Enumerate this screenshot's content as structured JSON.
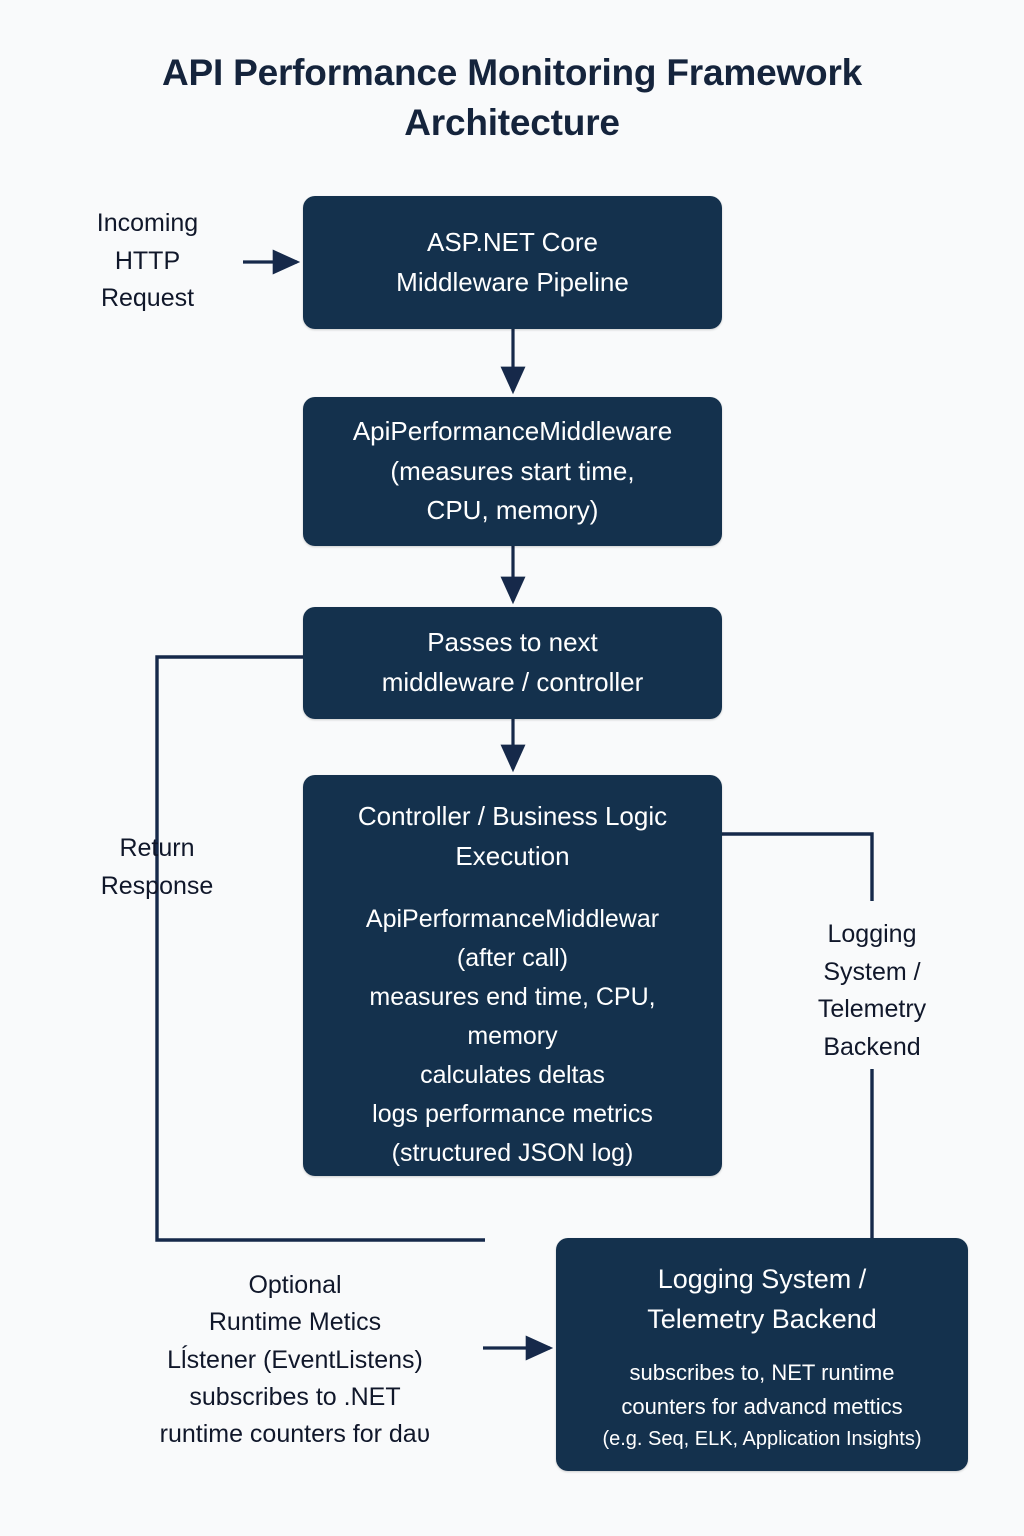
{
  "diagram": {
    "title": "API Performance Monitoring Framework Architecture",
    "background_color": "#f9fafb",
    "node_color": "#14314d",
    "node_text_color": "#ffffff",
    "connector_color": "#16294a",
    "label_text_color": "#10172a",
    "type": "flowchart"
  },
  "nodes": {
    "aspnet_pipeline": {
      "line1": "ASP.NET Core",
      "line2": "Middleware Pipeline"
    },
    "api_performance_middleware": {
      "line1": "ApiPerformanceMiddleware",
      "line2": "(measures start time,",
      "line3": "CPU, memory)"
    },
    "passes_to_next": {
      "line1": "Passes to next",
      "line2": "middleware / controller"
    },
    "controller_execution": {
      "heading1": "Controller / Business Logic",
      "heading2": "Execution",
      "detail1": "ApiPerformanceMiddlewar",
      "detail2": "(after call)",
      "detail3": "measures end time, CPU,",
      "detail4": "memory",
      "detail5": "calculates deltas",
      "detail6": "logs performance metrics",
      "detail7": "(structured JSON log)"
    },
    "logging_backend": {
      "heading1": "Logging System /",
      "heading2": "Telemetry Backend",
      "detail1": "subscribes to, NET runtime",
      "detail2": "counters for advancd mettics",
      "detail3": "(e.g. Seq, ELK, Application Insights)"
    }
  },
  "labels": {
    "incoming_request": {
      "line1": "Incoming",
      "line2": "HTTP",
      "line3": "Request"
    },
    "return_response": {
      "line1": "Return",
      "line2": "Response"
    },
    "logging_telemetry": {
      "line1": "Logging",
      "line2": "System /",
      "line3": "Telemetry",
      "line4": "Backend"
    },
    "optional_runtime_metrics": {
      "line1": "Optional",
      "line2": "Runtime Metics",
      "line3": "Lĺstener (EventListens)",
      "line4": "subscribes to .NET",
      "line5": "runtime counters for daʋ"
    }
  }
}
